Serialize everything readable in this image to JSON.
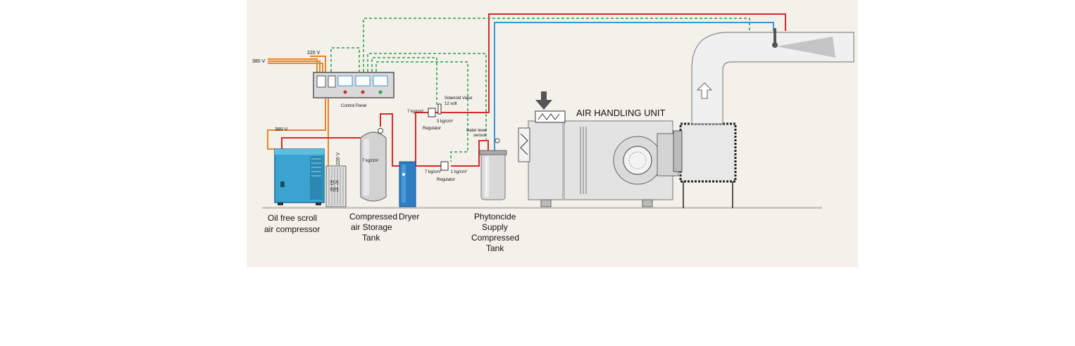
{
  "labels": {
    "v380_top": "380 V",
    "v220_top": "220 V",
    "v380_mid": "380 V",
    "v220_side": "220 V",
    "control_panel": "Control Panel",
    "solenoid_1": "Solenoid Valve",
    "solenoid_2": "12 volt",
    "p7_top": "7 kg/cm²",
    "p3": "3 kg/cm²",
    "regulator_top": "Regulator",
    "p7_bottom": "7 kg/cm²",
    "p1": "1 kg/cm²",
    "regulator_bottom": "Regulator",
    "water_level_1": "water level",
    "water_level_2": "sensor",
    "heater_1": "전기",
    "heater_2": "히터",
    "tank_mark": "7 kg/cm²",
    "ahu": "AIR HANDLING UNIT"
  },
  "captions": {
    "compressor_1": "Oil free scroll",
    "compressor_2": "air compressor",
    "storage_1": "Compressed",
    "storage_2": "air Storage",
    "storage_3": "Tank",
    "dryer": "Dryer",
    "phyto_1": "Phytoncide",
    "phyto_2": "Supply",
    "phyto_3": "Compressed",
    "phyto_4": "Tank"
  },
  "colors": {
    "background": "#f3f1ea",
    "power_line": "#e8862a",
    "air_line": "#d32b2b",
    "control_line": "#2e9e4a",
    "water_line": "#3b95d6",
    "equipment_fill": "#e6e6e6",
    "compressor_fill": "#3aa3cf",
    "dryer_fill": "#2f7ec4"
  }
}
